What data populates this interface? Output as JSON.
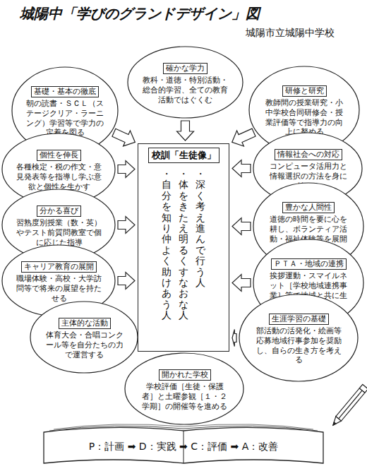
{
  "diagram": {
    "title": "城陽中「学びのグランドデザイン」図",
    "nodes": [
      {
        "text": [
          "校訓「生徒像」",
          "・深く考え進んで行う人",
          "・体をきたえ明るくすなおな人",
          "・自分を知り仲よく助けあう人"
        ]
      },
      {
        "text": [
          "確かな学力",
          "教科・道徳・特別活動・総合的学習、全ての教育活動ではぐくむ"
        ]
      },
      {
        "text": [
          "基礎・基本の徹底",
          "朝の読書・ＳＣＬ（ステージクリア・ラーニング）学習等で学力の定着を図る"
        ]
      },
      {
        "text": [
          "研修と研究",
          "教師間の授業研究・小中学校合同研修会・授業評価等で指導力の向上に努める"
        ]
      },
      {
        "text": [
          "個性を伸長",
          "各種検定・税の作文・意見発表等を指導し学ぶ意欲と個性を生かす"
        ]
      },
      {
        "text": [
          "情報社会への対応",
          "コンピュータ活用力と情報選択の方法を身に付ける"
        ]
      },
      {
        "text": [
          "分かる喜び",
          "習熟度別授業（数・英）やテスト前質問教室で個に応じた指導"
        ]
      },
      {
        "text": [
          "豊かな人間性",
          "道徳の時間を要に心を耕し、ボランティア活動・福祉体験等を展開する"
        ]
      },
      {
        "text": [
          "キャリア教育の展開",
          "職場体験・高校・大学訪問等で将来の展望を持たせる"
        ]
      },
      {
        "text": [
          "ＰＴＡ・地域の連携",
          "挨拶運動・スマイルネット［学校地域連携事業］等で地域と共に生きる"
        ]
      },
      {
        "text": [
          "主体的な活動",
          "体育大会・合唱コンクール等を自分たちの力で運営する"
        ]
      },
      {
        "text": [
          "生涯学習の基礎",
          "部活動の活発化・絵画等応募地域行事参加を奨励し、自らの生き方を考える"
        ]
      },
      {
        "text": [
          "開かれた学校",
          "学校評価［生徒・保護者］と土曜参観［１・２学期］の開催等を進める"
        ]
      },
      {
        "text": [
          "P：計画 ➡ D：実践 ➡ C：評価 ➡ A：改善"
        ]
      }
    ],
    "edges": [
      {
        "from": 1,
        "to": 0,
        "arrow": "to"
      },
      {
        "from": 2,
        "to": 0,
        "arrow": "to"
      },
      {
        "from": 3,
        "to": 0,
        "arrow": "to"
      },
      {
        "from": 4,
        "to": 0,
        "arrow": "to"
      },
      {
        "from": 5,
        "to": 0,
        "arrow": "to"
      },
      {
        "from": 6,
        "to": 0,
        "arrow": "to"
      },
      {
        "from": 7,
        "to": 0,
        "arrow": "to"
      },
      {
        "from": 8,
        "to": 0,
        "arrow": "to"
      },
      {
        "from": 9,
        "to": 0,
        "arrow": "to"
      },
      {
        "from": 10,
        "to": 0,
        "arrow": "to"
      },
      {
        "from": 11,
        "to": 0,
        "arrow": "to"
      },
      {
        "from": 12,
        "to": 0,
        "arrow": "to"
      }
    ],
    "labels": [
      "城陽市立城陽中学校"
    ]
  }
}
